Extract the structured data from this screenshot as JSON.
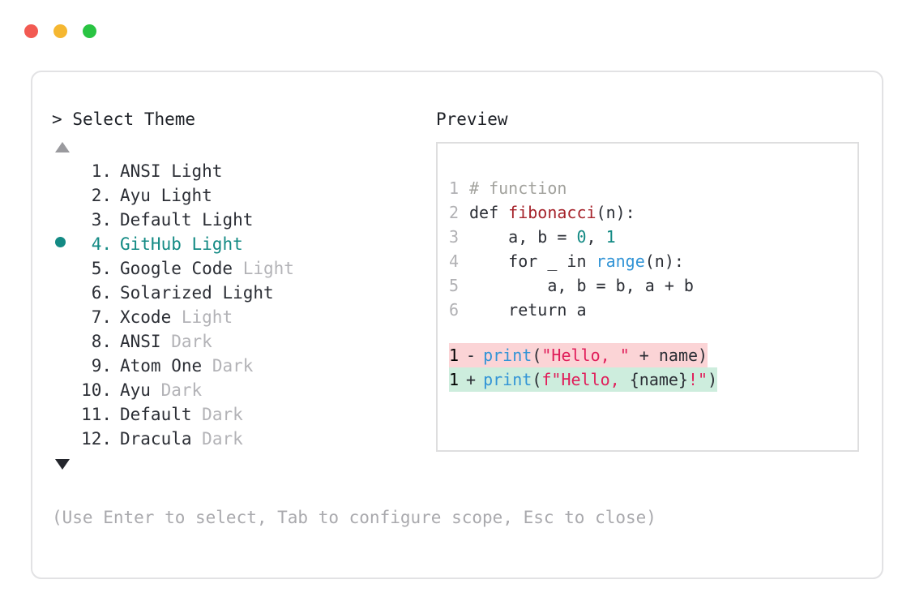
{
  "window": {
    "traffic_lights": [
      {
        "name": "close",
        "color": "#f25a52"
      },
      {
        "name": "minimize",
        "color": "#f5b731"
      },
      {
        "name": "maximize",
        "color": "#29c442"
      }
    ]
  },
  "prompt": {
    "marker": ">",
    "title": "Select Theme",
    "scroll_up_icon": "triangle-up",
    "scroll_down_icon": "triangle-down",
    "selected_index": 4,
    "selected_bullet": "●",
    "accent_color": "#138a84",
    "items": [
      {
        "num": "1.",
        "name": "ANSI",
        "variant": "Light",
        "variant_style": "solid",
        "selected": false
      },
      {
        "num": "2.",
        "name": "Ayu",
        "variant": "Light",
        "variant_style": "solid",
        "selected": false
      },
      {
        "num": "3.",
        "name": "Default",
        "variant": "Light",
        "variant_style": "solid",
        "selected": false
      },
      {
        "num": "4.",
        "name": "GitHub",
        "variant": "Light",
        "variant_style": "solid",
        "selected": true
      },
      {
        "num": "5.",
        "name": "Google Code",
        "variant": "Light",
        "variant_style": "dim",
        "selected": false
      },
      {
        "num": "6.",
        "name": "Solarized",
        "variant": "Light",
        "variant_style": "solid",
        "selected": false
      },
      {
        "num": "7.",
        "name": "Xcode",
        "variant": "Light",
        "variant_style": "dim",
        "selected": false
      },
      {
        "num": "8.",
        "name": "ANSI",
        "variant": "Dark",
        "variant_style": "dim",
        "selected": false
      },
      {
        "num": "9.",
        "name": "Atom One",
        "variant": "Dark",
        "variant_style": "dim",
        "selected": false
      },
      {
        "num": "10.",
        "name": "Ayu",
        "variant": "Dark",
        "variant_style": "dim",
        "selected": false
      },
      {
        "num": "11.",
        "name": "Default",
        "variant": "Dark",
        "variant_style": "dim",
        "selected": false
      },
      {
        "num": "12.",
        "name": "Dracula",
        "variant": "Dark",
        "variant_style": "dim",
        "selected": false
      }
    ]
  },
  "preview": {
    "title": "Preview",
    "code_lines": [
      {
        "ln": "1",
        "tokens": [
          {
            "t": "# function",
            "c": "comment"
          }
        ]
      },
      {
        "ln": "2",
        "tokens": [
          {
            "t": "def ",
            "c": "kw"
          },
          {
            "t": "fibonacci",
            "c": "fn"
          },
          {
            "t": "(n):",
            "c": "plain"
          }
        ]
      },
      {
        "ln": "3",
        "tokens": [
          {
            "t": "    a, b = ",
            "c": "plain"
          },
          {
            "t": "0",
            "c": "num"
          },
          {
            "t": ", ",
            "c": "plain"
          },
          {
            "t": "1",
            "c": "num"
          }
        ]
      },
      {
        "ln": "4",
        "tokens": [
          {
            "t": "    for _ in ",
            "c": "kw"
          },
          {
            "t": "range",
            "c": "builtin"
          },
          {
            "t": "(n):",
            "c": "plain"
          }
        ]
      },
      {
        "ln": "5",
        "tokens": [
          {
            "t": "        a, b = b, a + b",
            "c": "plain"
          }
        ]
      },
      {
        "ln": "6",
        "tokens": [
          {
            "t": "    return a",
            "c": "kw"
          }
        ]
      }
    ],
    "diff_lines": [
      {
        "ln": "1",
        "kind": "del",
        "sign": "-",
        "bg": "#fbd4d6",
        "tokens": [
          {
            "t": "print",
            "c": "builtin"
          },
          {
            "t": "(",
            "c": "plain"
          },
          {
            "t": "\"Hello, \"",
            "c": "str"
          },
          {
            "t": " + name)",
            "c": "plain"
          }
        ]
      },
      {
        "ln": "1",
        "kind": "add",
        "sign": "+",
        "bg": "#cdeddd",
        "tokens": [
          {
            "t": "print",
            "c": "builtin"
          },
          {
            "t": "(",
            "c": "plain"
          },
          {
            "t": "f\"Hello, ",
            "c": "str"
          },
          {
            "t": "{name}",
            "c": "plain"
          },
          {
            "t": "!\"",
            "c": "str"
          },
          {
            "t": ")",
            "c": "plain"
          }
        ]
      }
    ]
  },
  "footer": {
    "hint": "(Use Enter to select, Tab to configure scope, Esc to close)"
  }
}
